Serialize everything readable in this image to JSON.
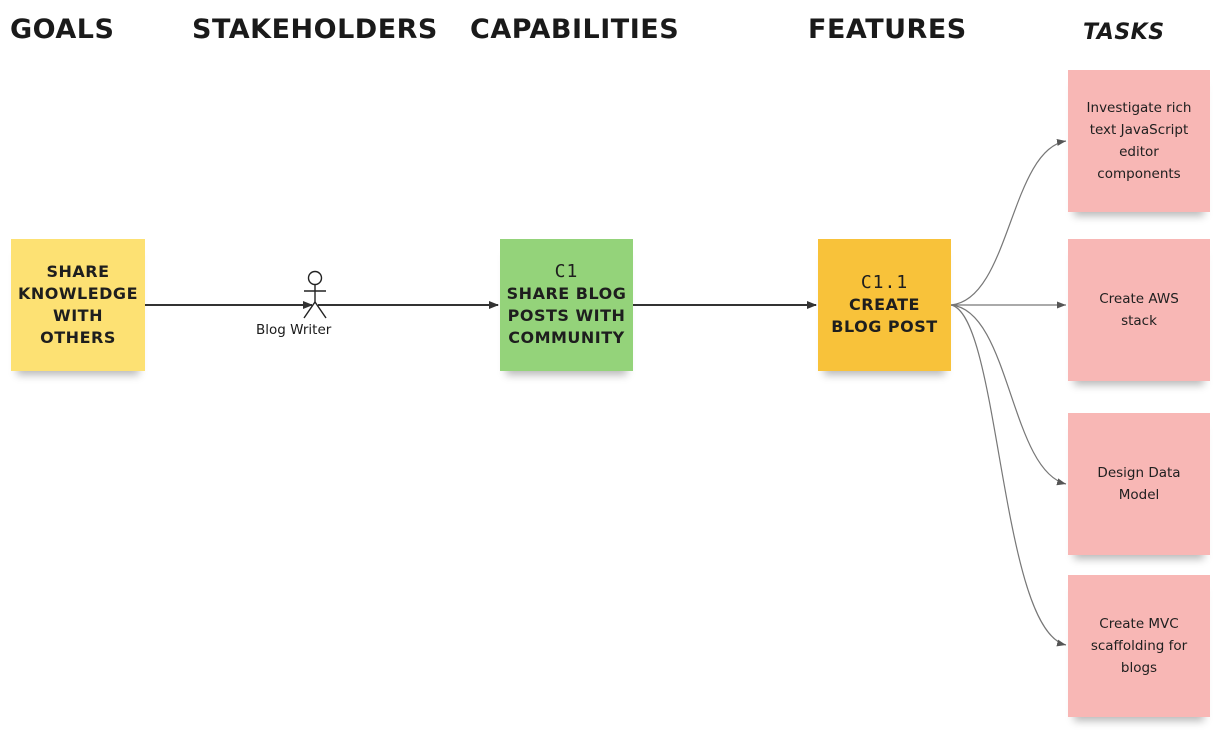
{
  "headers": {
    "goals": "GOALS",
    "stakeholders": "STAKEHOLDERS",
    "capabilities": "CAPABILITIES",
    "features": "FEATURES",
    "tasks": "TASKS"
  },
  "goal": {
    "lines": [
      "SHARE",
      "KNOWLEDGE",
      "WITH",
      "OTHERS"
    ],
    "color": "#fde173"
  },
  "stakeholder": {
    "label": "Blog Writer",
    "icon": "stick-figure-actor-icon"
  },
  "capability": {
    "code": "C1",
    "lines": [
      "SHARE BLOG",
      "POSTS WITH",
      "COMMUNITY"
    ],
    "color": "#94d37a"
  },
  "feature": {
    "code": "C1.1",
    "lines": [
      "CREATE",
      "BLOG POST"
    ],
    "color": "#f8c23a"
  },
  "tasks": [
    {
      "lines": [
        "Investigate rich",
        "text JavaScript",
        "editor",
        "components"
      ]
    },
    {
      "lines": [
        "Create AWS",
        "stack"
      ]
    },
    {
      "lines": [
        "Design Data",
        "Model"
      ]
    },
    {
      "lines": [
        "Create MVC",
        "scaffolding for",
        "blogs"
      ]
    }
  ],
  "task_color": "#f8b7b5"
}
